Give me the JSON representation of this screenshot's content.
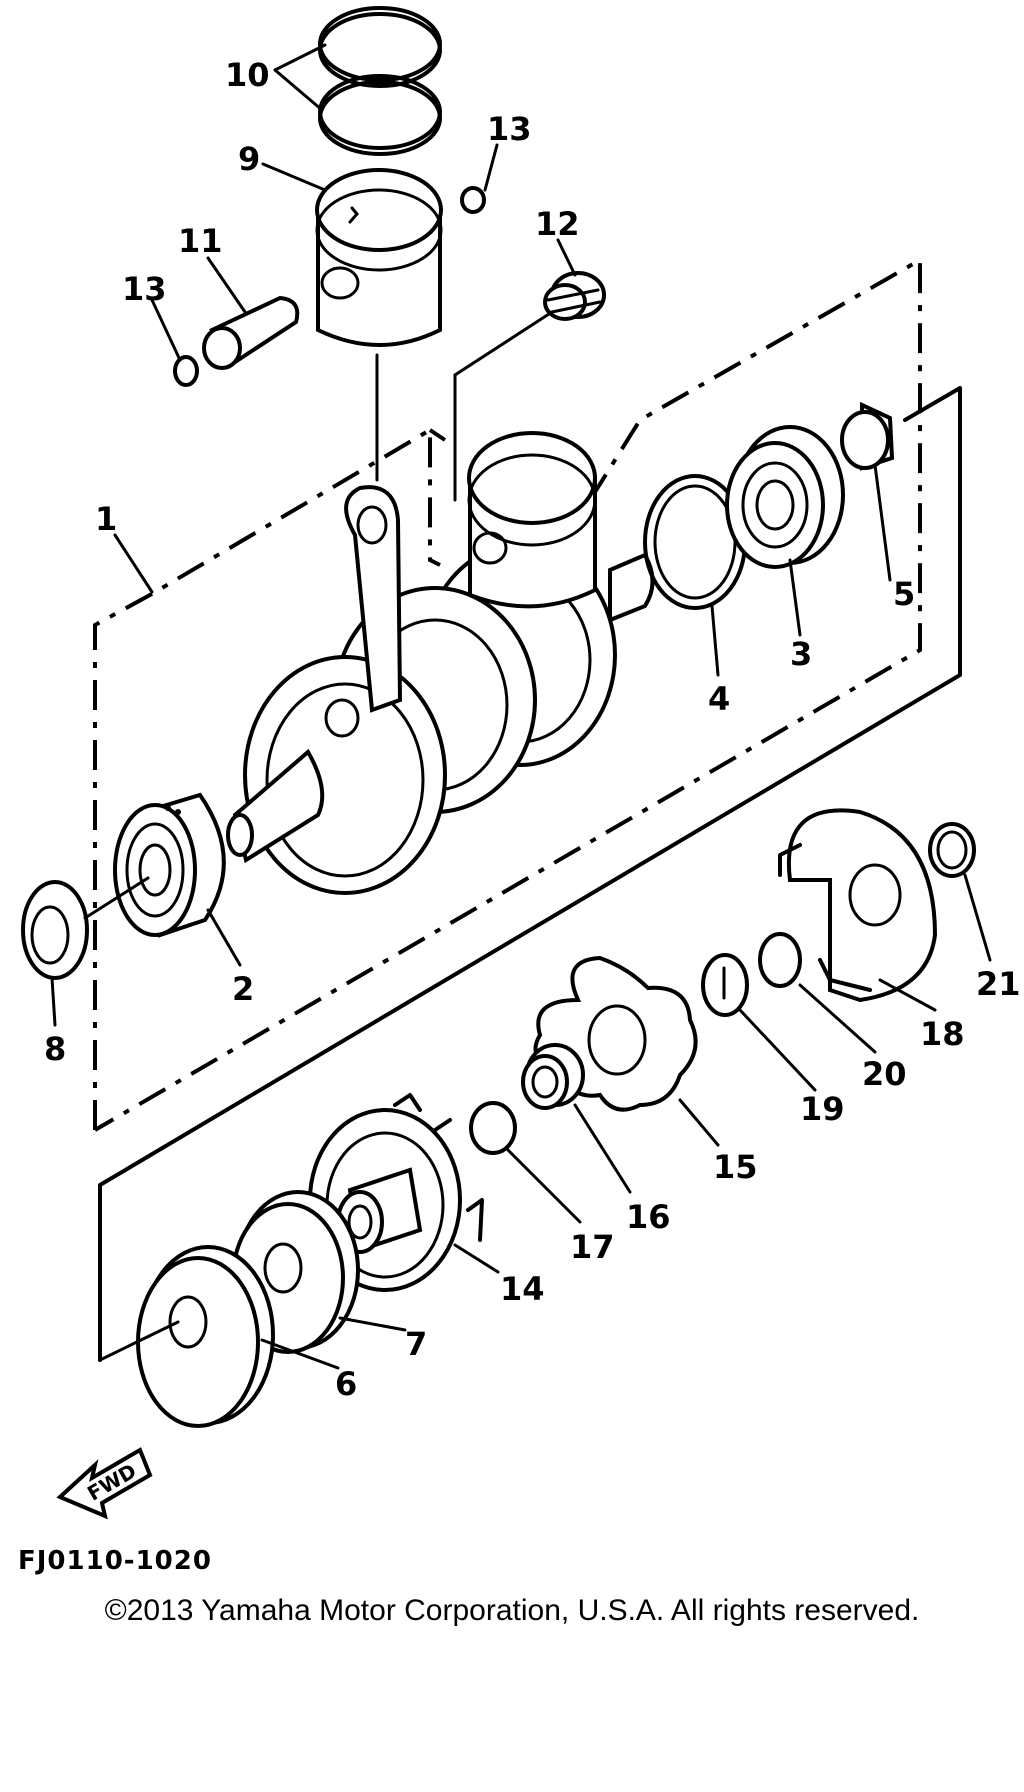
{
  "diagram": {
    "code": "FJ0110-1020",
    "copyright": "©2013 Yamaha Motor Corporation, U.S.A. All rights reserved.",
    "fwd_label": "FWD",
    "callouts": {
      "c1": "1",
      "c2": "2",
      "c3": "3",
      "c4": "4",
      "c5": "5",
      "c6": "6",
      "c7": "7",
      "c8": "8",
      "c9": "9",
      "c10": "10",
      "c11": "11",
      "c12": "12",
      "c13a": "13",
      "c13b": "13",
      "c14": "14",
      "c15": "15",
      "c16": "16",
      "c17": "17",
      "c18": "18",
      "c19": "19",
      "c20": "20",
      "c21": "21"
    }
  }
}
